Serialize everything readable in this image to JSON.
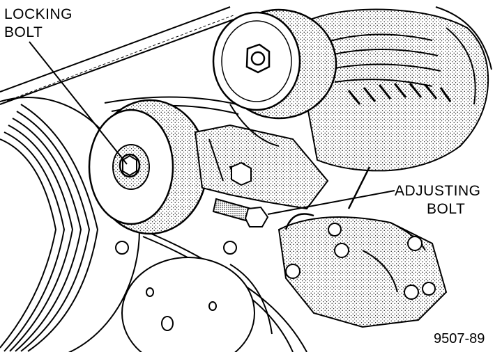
{
  "callouts": {
    "locking_bolt": {
      "line1": "LOCKING",
      "line2": "BOLT"
    },
    "adjusting_bolt": {
      "line1": "ADJUSTING",
      "line2": "BOLT"
    }
  },
  "figure_number": "9507-89",
  "colors": {
    "ink": "#000000",
    "paper": "#ffffff"
  }
}
